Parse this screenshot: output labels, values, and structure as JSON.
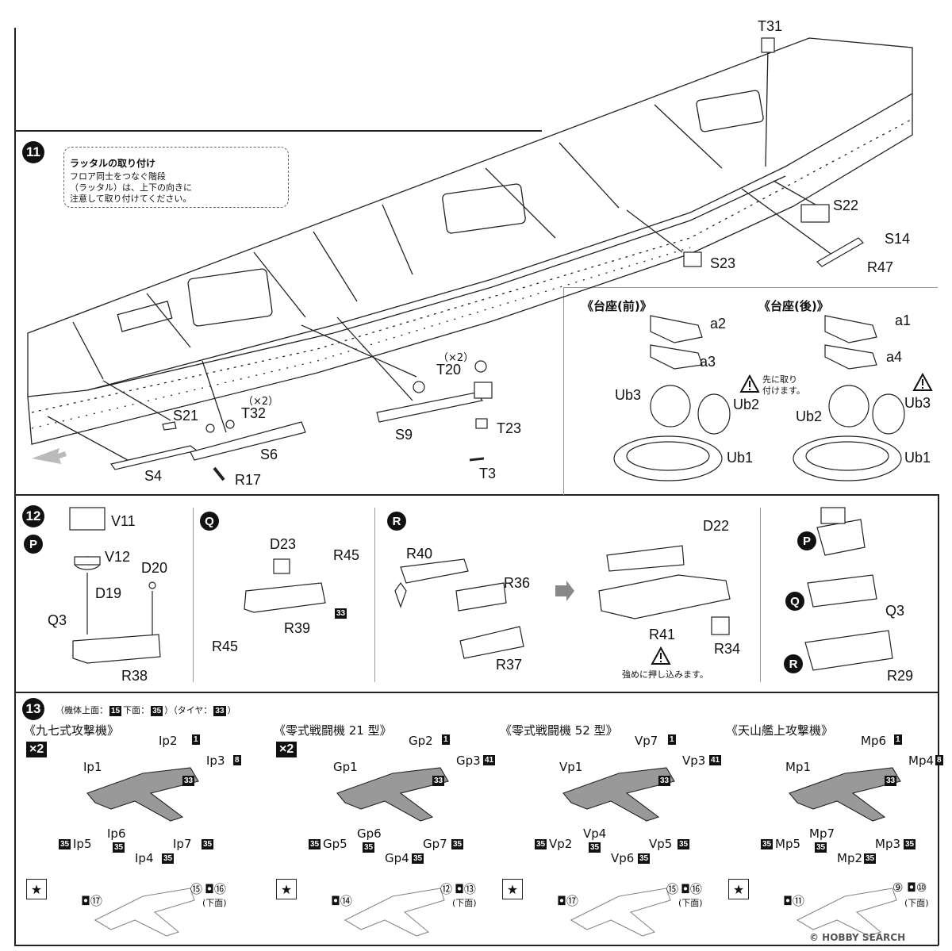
{
  "step11": {
    "number": "11",
    "note_title": "ラッタルの取り付け",
    "note_lines": [
      "フロア同士をつなぐ階段",
      "（ラッタル）は、上下の向きに",
      "注意して取り付けてください。"
    ],
    "parts": {
      "T31": "T31",
      "S22": "S22",
      "S14": "S14",
      "R47": "R47",
      "S23": "S23",
      "T20": "T20",
      "T20_qty": "（×2）",
      "T23": "T23",
      "T3": "T3",
      "S9": "S9",
      "T32": "T32",
      "T32_qty": "（×2）",
      "S21": "S21",
      "S6": "S6",
      "S4": "S4",
      "R17": "R17"
    },
    "stand_front": {
      "title": "《台座(前)》",
      "a2": "a2",
      "a3": "a3",
      "Ub3": "Ub3",
      "Ub2": "Ub2",
      "Ub1": "Ub1",
      "warn_note": [
        "先に取り",
        "付けます。"
      ]
    },
    "stand_rear": {
      "title": "《台座(後)》",
      "a1": "a1",
      "a4": "a4",
      "Ub2": "Ub2",
      "Ub3": "Ub3",
      "Ub1": "Ub1"
    }
  },
  "step12": {
    "number": "12",
    "P": {
      "badge": "P",
      "V11": "V11",
      "V12": "V12",
      "D20": "D20",
      "D19": "D19",
      "Q3": "Q3",
      "R38": "R38"
    },
    "Q": {
      "badge": "Q",
      "D23": "D23",
      "R45a": "R45",
      "R45b": "R45",
      "R39": "R39",
      "code": "33"
    },
    "R": {
      "badge": "R",
      "R40": "R40",
      "R36": "R36",
      "R37": "R37",
      "R41": "R41",
      "D22": "D22",
      "R34": "R34",
      "warn_note": "強めに押し込みます。"
    },
    "assembly": {
      "P": "P",
      "Q": "Q",
      "R": "R",
      "Q3": "Q3",
      "R29": "R29"
    }
  },
  "step13": {
    "number": "13",
    "color_note": {
      "top_label": "（機体上面：",
      "top": "15",
      "bottom_label": "下面：",
      "bottom": "35",
      "tire_label": "）（タイヤ：",
      "tire": "33",
      "close": "）"
    },
    "planes": [
      {
        "title": "《九七式攻撃機》",
        "qty": "×2",
        "p1": "Ip1",
        "p2": "Ip2",
        "p2c": "1",
        "p3": "Ip3",
        "p3c": "8",
        "body": "33",
        "p5": "Ip5",
        "p5c": "35",
        "p6": "Ip6",
        "p6c": "35",
        "p7": "Ip7",
        "p7c": "35",
        "p4": "Ip4",
        "p4c": "35",
        "decal_a": "⑰",
        "decal_b": "⑮",
        "decal_c": "⑯",
        "under": "(下面)"
      },
      {
        "title": "《零式戦闘機 21 型》",
        "qty": "×2",
        "p1": "Gp1",
        "p2": "Gp2",
        "p2c": "1",
        "p3": "Gp3",
        "p3c": "41",
        "body": "33",
        "p5": "Gp5",
        "p5c": "35",
        "p6": "Gp6",
        "p6c": "35",
        "p7": "Gp7",
        "p7c": "35",
        "p4": "Gp4",
        "p4c": "35",
        "decal_a": "⑭",
        "decal_b": "⑫",
        "decal_c": "⑬",
        "under": "(下面)"
      },
      {
        "title": "《零式戦闘機 52 型》",
        "qty": "",
        "p1": "Vp1",
        "p2": "Vp7",
        "p2c": "1",
        "p3": "Vp3",
        "p3c": "41",
        "body": "33",
        "p5": "Vp2",
        "p5c": "35",
        "p6": "Vp4",
        "p6c": "35",
        "p7": "Vp5",
        "p7c": "35",
        "p4": "Vp6",
        "p4c": "35",
        "decal_a": "⑰",
        "decal_b": "⑮",
        "decal_c": "⑯",
        "under": "(下面)"
      },
      {
        "title": "《天山艦上攻撃機》",
        "qty": "",
        "p1": "Mp1",
        "p2": "Mp6",
        "p2c": "1",
        "p3": "Mp4",
        "p3c": "8",
        "body": "33",
        "p5": "Mp5",
        "p5c": "35",
        "p6": "Mp7",
        "p6c": "35",
        "p7": "Mp3",
        "p7c": "35",
        "p4": "Mp2",
        "p4c": "35",
        "decal_a": "⑪",
        "decal_b": "⑨",
        "decal_c": "⑩",
        "under": "(下面)"
      }
    ]
  },
  "watermark": "© HOBBY SEARCH"
}
